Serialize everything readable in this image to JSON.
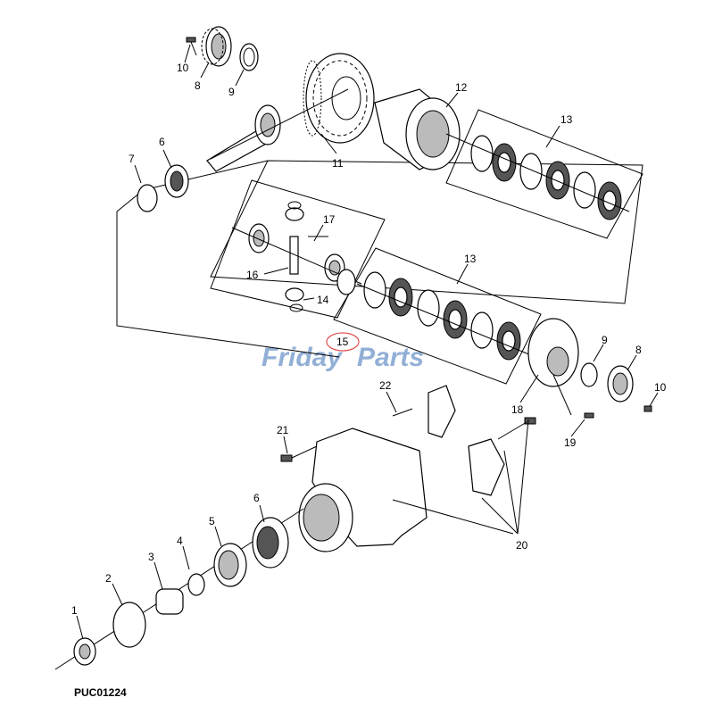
{
  "diagram_code": "PUC01224",
  "watermark": {
    "text_a": "Friday",
    "text_b": "Parts",
    "color_a": "#3a6fb6",
    "color_b": "#3a6fb6",
    "accent": "#f0a020"
  },
  "callouts": {
    "c1": "1",
    "c2": "2",
    "c3": "3",
    "c4": "4",
    "c5": "5",
    "c6a": "6",
    "c6b": "6",
    "c7": "7",
    "c8a": "8",
    "c8b": "8",
    "c9a": "9",
    "c9b": "9",
    "c10a": "10",
    "c10b": "10",
    "c11": "11",
    "c12": "12",
    "c13a": "13",
    "c13b": "13",
    "c14": "14",
    "c15": "15",
    "c16": "16",
    "c17": "17",
    "c18": "18",
    "c19": "19",
    "c20": "20",
    "c21": "21",
    "c22": "22"
  },
  "colors": {
    "line": "#000000",
    "highlight": "#e05050"
  }
}
